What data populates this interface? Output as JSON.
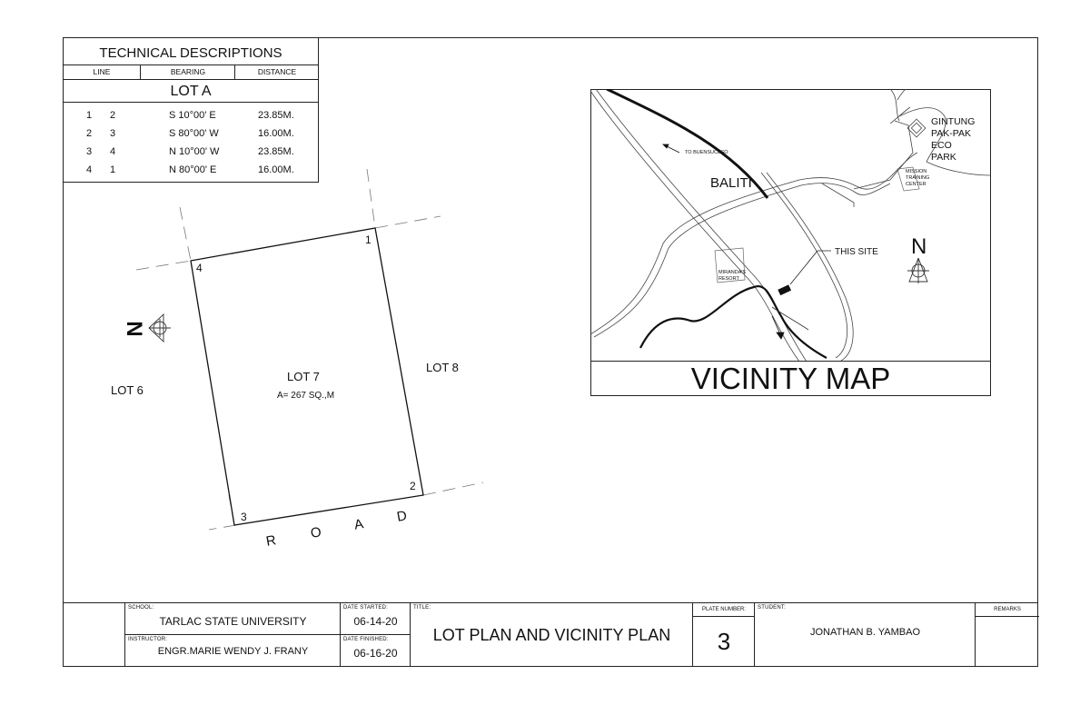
{
  "technical_descriptions": {
    "title": "TECHNICAL DESCRIPTIONS",
    "headers": {
      "line": "LINE",
      "bearing": "BEARING",
      "distance": "DISTANCE"
    },
    "lot": "LOT A",
    "rows": [
      {
        "from": "1",
        "to": "2",
        "bearing": "S 10°00' E",
        "distance": "23.85M."
      },
      {
        "from": "2",
        "to": "3",
        "bearing": "S 80°00' W",
        "distance": "16.00M."
      },
      {
        "from": "3",
        "to": "4",
        "bearing": "N 10°00' W",
        "distance": "23.85M."
      },
      {
        "from": "4",
        "to": "1",
        "bearing": "N 80°00' E",
        "distance": "16.00M."
      }
    ]
  },
  "lot_plan": {
    "lot_name": "LOT 7",
    "area": "A= 267 SQ.,M",
    "left_lot": "LOT 6",
    "right_lot": "LOT 8",
    "corners": [
      "1",
      "2",
      "3",
      "4"
    ],
    "road_letters": [
      "R",
      "O",
      "A",
      "D"
    ],
    "north_label": "N"
  },
  "vicinity_map": {
    "title": "VICINITY MAP",
    "place": "BALITI",
    "park_lines": [
      "GINTUNG",
      "PAK-PAK",
      "ECO",
      "PARK"
    ],
    "this_site": "THIS SITE",
    "to_buensuceso": "TO BUENSUCESO",
    "mission_lines": [
      "MISSION",
      "TRAINING",
      "CENTER"
    ],
    "resort_lines": [
      "MIRANDA'S",
      "RESORT"
    ],
    "north_label": "N"
  },
  "title_block": {
    "school_label": "SCHOOL:",
    "school": "TARLAC STATE UNIVERSITY",
    "instructor_label": "INSTRUCTOR:",
    "instructor": "ENGR.MARIE WENDY J. FRANY",
    "date_started_label": "DATE STARTED:",
    "date_started": "06-14-20",
    "date_finished_label": "DATE FINISHED:",
    "date_finished": "06-16-20",
    "title_label": "TITLE:",
    "title": "LOT PLAN AND VICINITY PLAN",
    "plate_number_label": "PLATE NUMBER:",
    "plate_number": "3",
    "student_label": "STUDENT:",
    "student": "JONATHAN B. YAMBAO",
    "remarks_label": "REMARKS"
  }
}
